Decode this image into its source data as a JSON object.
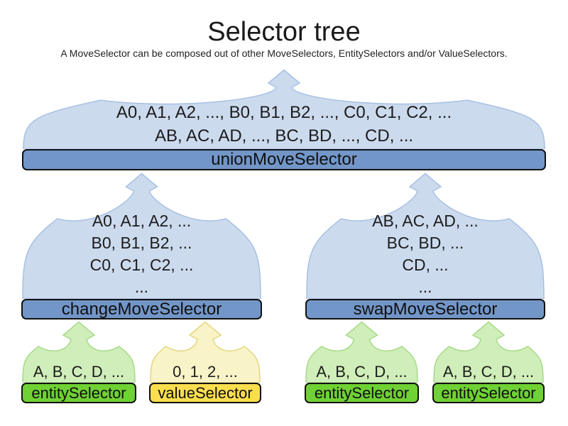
{
  "title": "Selector tree",
  "subtitle": "A MoveSelector can be composed out of other MoveSelectors, EntitySelectors and/or ValueSelectors.",
  "colors": {
    "move": {
      "fill": "#ccdaee",
      "stroke": "#a6c0e2",
      "bar": "#7296c8"
    },
    "entity": {
      "fill": "#cfeeb9",
      "stroke": "#a6da87",
      "bar": "#6fd134"
    },
    "value": {
      "fill": "#f9f3c8",
      "stroke": "#e4d67e",
      "bar": "#fade4e"
    }
  },
  "nodes": {
    "union": {
      "label": "unionMoveSelector",
      "lines": [
        "A0, A1, A2, ..., B0, B1, B2, ..., C0, C1, C2, ...",
        "AB, AC, AD, ..., BC, BD, ..., CD, ..."
      ]
    },
    "change": {
      "label": "changeMoveSelector",
      "lines": [
        "A0, A1, A2, ...",
        "B0, B1, B2, ...",
        "C0, C1, C2, ...",
        "..."
      ]
    },
    "swap": {
      "label": "swapMoveSelector",
      "lines": [
        "AB, AC, AD, ...",
        "BC, BD, ...",
        "CD, ...",
        "..."
      ]
    },
    "entity1": {
      "label": "entitySelector",
      "lines": [
        "A, B, C, D, ..."
      ]
    },
    "value1": {
      "label": "valueSelector",
      "lines": [
        "0, 1, 2, ..."
      ]
    },
    "entity2": {
      "label": "entitySelector",
      "lines": [
        "A, B, C, D, ..."
      ]
    },
    "entity3": {
      "label": "entitySelector",
      "lines": [
        "A, B, C, D, ..."
      ]
    }
  }
}
